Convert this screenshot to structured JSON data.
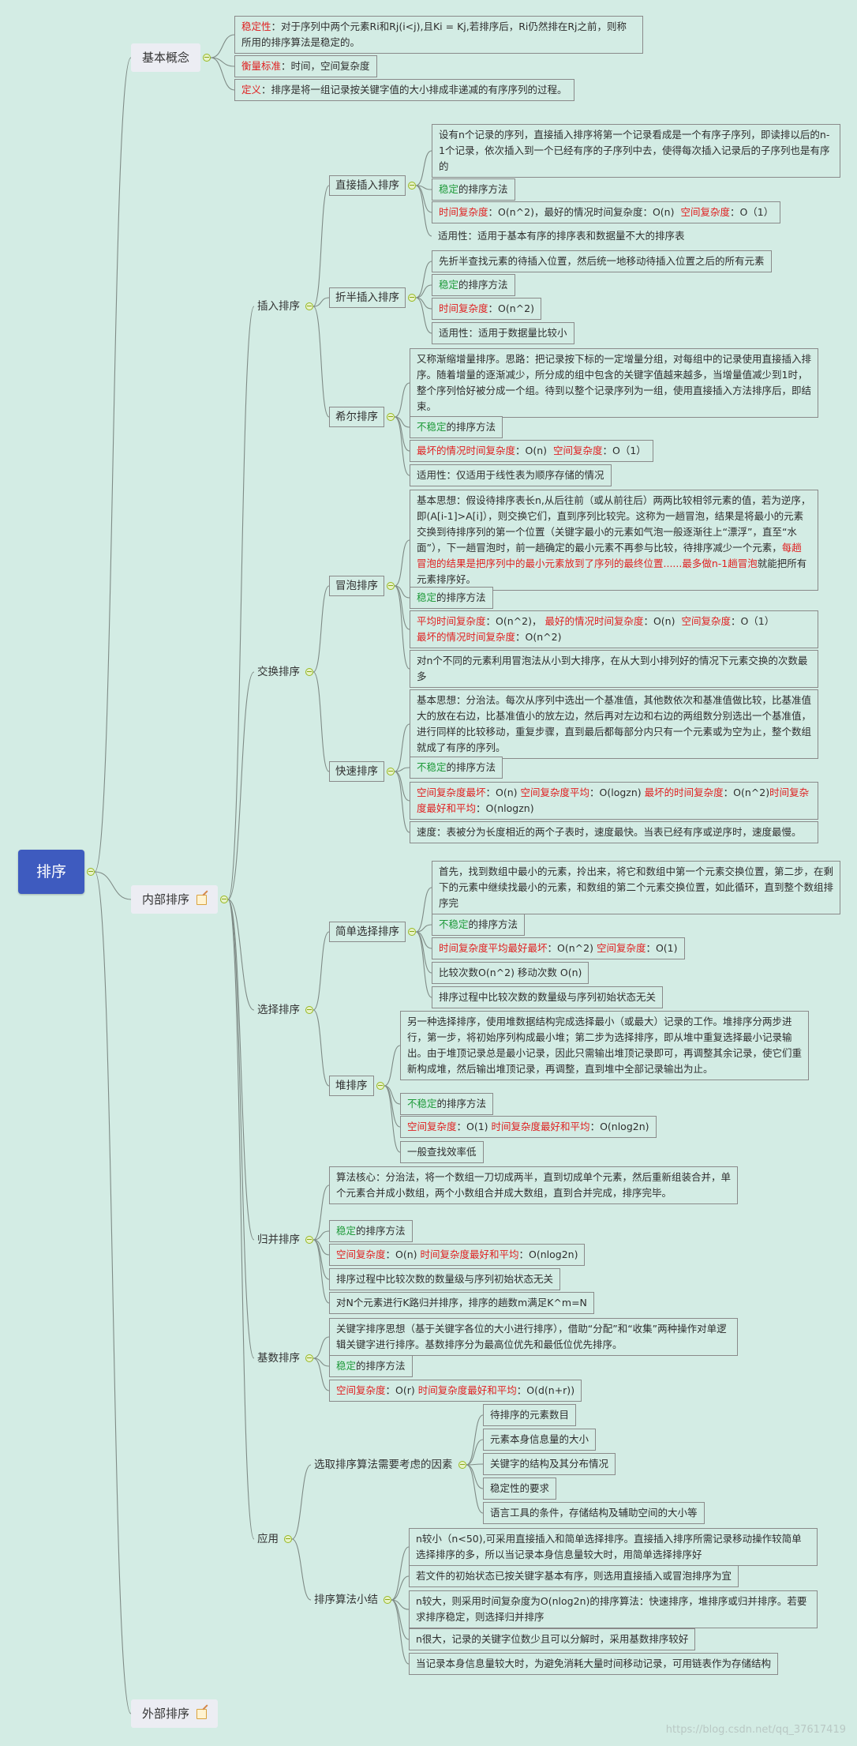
{
  "root": "排序",
  "basic": {
    "title": "基本概念",
    "stable_k": "稳定性",
    "stable_t": "：对于序列中两个元素Ri和Rj(i<j),且Ki = Kj,若排序后，Ri仍然排在Rj之前，则称所用的排序算法是稳定的。",
    "measure_k": "衡量标准",
    "measure_t": "：时间，空间复杂度",
    "def_k": "定义",
    "def_t": "：排序是将一组记录按关键字值的大小排成非递减的有序序列的过程。"
  },
  "internal": "内部排序",
  "external": "外部排序",
  "insert": {
    "title": "插入排序",
    "direct": {
      "title": "直接插入排序",
      "desc": "设有n个记录的序列，直接插入排序将第一个记录看成是一个有序子序列，即读排以后的n-1个记录，依次插入到一个已经有序的子序列中去，使得每次插入记录后的子序列也是有序的",
      "stable_k": "稳定",
      "stable_t": "的排序方法",
      "tc_k": "时间复杂度",
      "tc_v": "：O(n^2)，最好的情况时间复杂度：O(n)",
      "sc_k": "空间复杂度",
      "sc_v": "：O（1）",
      "apply": "适用性：适用于基本有序的排序表和数据量不大的排序表"
    },
    "binary": {
      "title": "折半插入排序",
      "desc": "先折半查找元素的待插入位置，然后统一地移动待插入位置之后的所有元素",
      "stable_k": "稳定",
      "stable_t": "的排序方法",
      "tc_k": "时间复杂度",
      "tc_v": "：O(n^2)",
      "apply": "适用性：适用于数据量比较小"
    },
    "shell": {
      "title": "希尔排序",
      "desc": "又称渐缩增量排序。思路：把记录按下标的一定增量分组，对每组中的记录使用直接插入排序。随着增量的逐渐减少，所分成的组中包含的关键字值越来越多，当增量值减少到1时，整个序列恰好被分成一个组。待到以整个记录序列为一组，使用直接插入方法排序后，即结束。",
      "stable_k": "不稳定",
      "stable_t": "的排序方法",
      "tc_k": "最坏的情况时间复杂度",
      "tc_v": "：O(n)",
      "sc_k": "空间复杂度",
      "sc_v": "：O（1）",
      "apply": "适用性：仅适用于线性表为顺序存储的情况"
    }
  },
  "exchange": {
    "title": "交换排序",
    "bubble": {
      "title": "冒泡排序",
      "desc1": "基本思想：假设待排序表长n,从后往前（或从前往后）两两比较相邻元素的值，若为逆序，即(A[i-1]>A[i]），则交换它们，直到序列比较完。这称为一趟冒泡，结果是将最小的元素交换到待排序列的第一个位置（关键字最小的元素如气泡一般逐渐往上“漂浮”，直至“水面”），下一趟冒泡时，前一趟确定的最小元素不再参与比较，待排序减少一个元素，",
      "desc2": "每趟冒泡的结果是把序列中的最小元素放到了序列的最终位置......最多做n-1趟冒泡",
      "desc3": "就能把所有元素排序好。",
      "stable_k": "稳定",
      "stable_t": "的排序方法",
      "avg_k": "平均时间复杂度",
      "avg_v": "：O(n^2)，",
      "best_k": "最好的情况时间复杂度",
      "best_v": "：O(n)",
      "sc_k": "空间复杂度",
      "sc_v": "：O（1）",
      "worst_k": "最坏的情况时间复杂度",
      "worst_v": "：O(n^2)",
      "note": "对n个不同的元素利用冒泡法从小到大排序，在从大到小排列好的情况下元素交换的次数最多"
    },
    "quick": {
      "title": "快速排序",
      "desc": "基本思想：分治法。每次从序列中选出一个基准值，其他数依次和基准值做比较，比基准值大的放在右边，比基准值小的放左边，然后再对左边和右边的两组数分别选出一个基准值，进行同样的比较移动，重复步骤，直到最后都每部分内只有一个元素或为空为止，整个数组就成了有序的序列。",
      "stable_k": "不稳定",
      "stable_t": "的排序方法",
      "sw_k": "空间复杂度最坏",
      "sw_v": "：O(n) ",
      "sa_k": "空间复杂度平均",
      "sa_v": "：O(logzn) ",
      "tw_k": "最坏的时间复杂度",
      "tw_v": "：O(n^2)",
      "tb_k": "时间复杂度最好和平均",
      "tb_v": "：O(nlogzn)",
      "speed": "速度：表被分为长度相近的两个子表时，速度最快。当表已经有序或逆序时，速度最慢。"
    }
  },
  "select": {
    "title": "选择排序",
    "simple": {
      "title": "简单选择排序",
      "desc": "首先，找到数组中最小的元素，拎出来，将它和数组中第一个元素交换位置，第二步，在剩下的元素中继续找最小的元素，和数组的第二个元素交换位置，如此循环，直到整个数组排序完",
      "stable_k": "不稳定",
      "stable_t": "的排序方法",
      "tc_k": "时间复杂度平均最好最坏",
      "tc_v": "：O(n^2) ",
      "sc_k": "空间复杂度",
      "sc_v": "：O(1)",
      "compare": "比较次数O(n^2) 移动次数 O(n)",
      "note": "排序过程中比较次数的数量级与序列初始状态无关"
    },
    "heap": {
      "title": "堆排序",
      "desc": "另一种选择排序，使用堆数据结构完成选择最小（或最大）记录的工作。堆排序分两步进行，第一步，将初始序列构成最小堆；第二步为选择排序，即从堆中重复选择最小记录输出。由于堆顶记录总是最小记录，因此只需输出堆顶记录即可，再调整其余记录，使它们重新构成堆，然后输出堆顶记录，再调整，直到堆中全部记录输出为止。",
      "stable_k": "不稳定",
      "stable_t": "的排序方法",
      "sc_k": "空间复杂度",
      "sc_v": "：O(1) ",
      "tc_k": "时间复杂度最好和平均",
      "tc_v": "：O(nlog2n)",
      "note": "一般查找效率低"
    }
  },
  "merge": {
    "title": "归并排序",
    "desc": "算法核心：分治法，将一个数组一刀切成两半，直到切成单个元素，然后重新组装合并，单个元素合并成小数组，两个小数组合并成大数组，直到合并完成，排序完毕。",
    "stable_k": "稳定",
    "stable_t": "的排序方法",
    "sc_k": "空间复杂度",
    "sc_v": "：O(n) ",
    "tc_k": "时间复杂度最好和平均",
    "tc_v": "：O(nlog2n)",
    "note1": "排序过程中比较次数的数量级与序列初始状态无关",
    "note2": "对N个元素进行K路归并排序，排序的趟数m满足K^m=N"
  },
  "radix": {
    "title": "基数排序",
    "desc": "关键字排序思想（基于关键字各位的大小进行排序），借助“分配”和“收集”两种操作对单逻辑关键字进行排序。基数排序分为最高位优先和最低位优先排序。",
    "stable_k": "稳定",
    "stable_t": "的排序方法",
    "sc_k": "空间复杂度",
    "sc_v": "：O(r) ",
    "tc_k": "时间复杂度最好和平均",
    "tc_v": "：O(d(n+r))"
  },
  "app": {
    "title": "应用",
    "factors": {
      "title": "选取排序算法需要考虑的因素",
      "items": [
        "待排序的元素数目",
        "元素本身信息量的大小",
        "关键字的结构及其分布情况",
        "稳定性的要求",
        "语言工具的条件，存储结构及辅助空间的大小等"
      ]
    },
    "summary": {
      "title": "排序算法小结",
      "items": [
        "n较小（n<50),可采用直接插入和简单选择排序。直接插入排序所需记录移动操作较简单选择排序的多，所以当记录本身信息量较大时，用简单选择排序好",
        "若文件的初始状态已按关键字基本有序，则选用直接插入或冒泡排序为宜",
        "n较大，则采用时间复杂度为O(nlog2n)的排序算法：快速排序，堆排序或归并排序。若要求排序稳定，则选择归并排序",
        "n很大，记录的关键字位数少且可以分解时，采用基数排序较好",
        "当记录本身信息量较大时，为避免消耗大量时间移动记录，可用链表作为存储结构"
      ]
    }
  },
  "watermark": "https://blog.csdn.net/qq_37617419"
}
